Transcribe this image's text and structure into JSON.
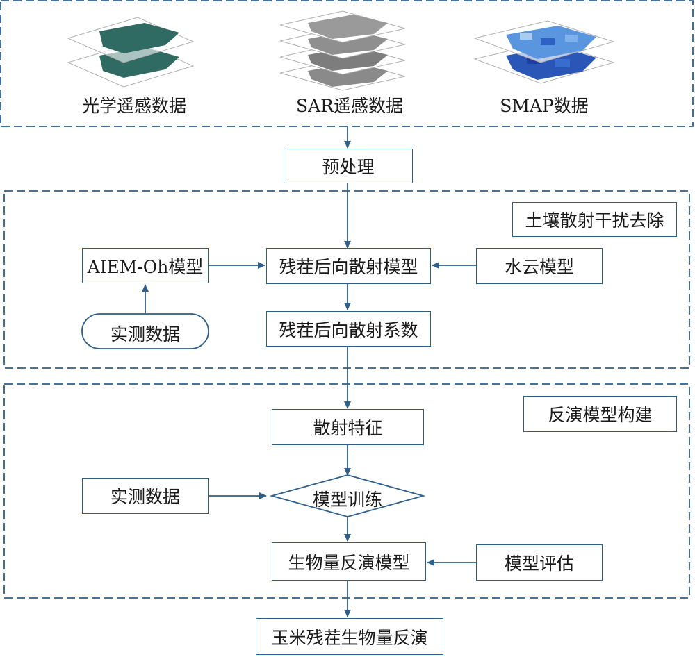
{
  "sources": {
    "optical": "光学遥感数据",
    "sar": "SAR遥感数据",
    "smap": "SMAP数据"
  },
  "steps": {
    "preprocess": "预处理",
    "soil_section": "土壤散射干扰去除",
    "aiem": "AIEM-Oh模型",
    "residue_model": "残茬后向散射模型",
    "water_cloud": "水云模型",
    "field_data_1": "实测数据",
    "residue_coef": "残茬后向散射系数",
    "inversion_section": "反演模型构建",
    "scatter_features": "散射特征",
    "field_data_2": "实测数据",
    "model_training": "模型训练",
    "biomass_model": "生物量反演模型",
    "model_eval": "模型评估",
    "final_output": "玉米残茬生物量反演"
  },
  "colors": {
    "border": "#2e5f8a",
    "optical": "#2f6a63",
    "sar": "#8a8a8a",
    "smap": "#3f7fd0"
  }
}
